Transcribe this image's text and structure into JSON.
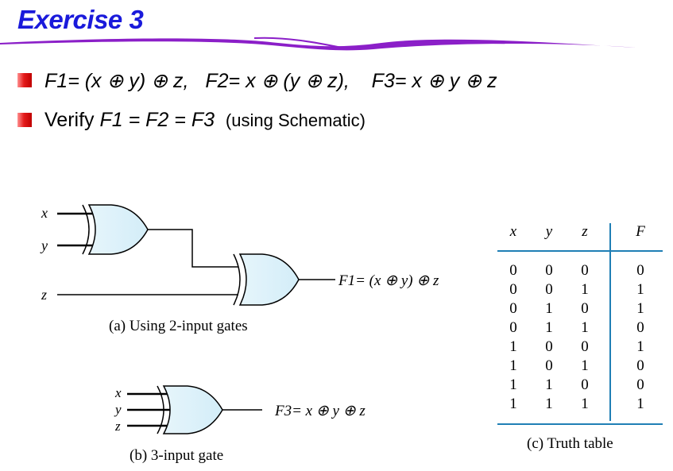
{
  "title": "Exercise 3",
  "bullets": [
    {
      "f1": "F1",
      "f1_eq": "= (x ⊕ y) ⊕ z,",
      "f2": "F2",
      "f2_eq": "= x ⊕ (y ⊕ z),",
      "f3": "F3",
      "f3_eq": "= x ⊕ y ⊕ z"
    },
    {
      "verify": "Verify ",
      "eq": "F1 = F2 = F3",
      "note": "(using Schematic)"
    }
  ],
  "circuit_a": {
    "inputs": [
      "x",
      "y",
      "z"
    ],
    "output": "F1= (x ⊕ y) ⊕ z",
    "caption": "(a) Using 2-input gates"
  },
  "circuit_b": {
    "inputs": [
      "x",
      "y",
      "z"
    ],
    "output": "F3= x ⊕ y ⊕ z",
    "caption": "(b) 3-input gate"
  },
  "truth_table": {
    "headers": [
      "x",
      "y",
      "z",
      "F"
    ],
    "rows": [
      [
        "0",
        "0",
        "0",
        "0"
      ],
      [
        "0",
        "0",
        "1",
        "1"
      ],
      [
        "0",
        "1",
        "0",
        "1"
      ],
      [
        "0",
        "1",
        "1",
        "0"
      ],
      [
        "1",
        "0",
        "0",
        "1"
      ],
      [
        "1",
        "0",
        "1",
        "0"
      ],
      [
        "1",
        "1",
        "0",
        "0"
      ],
      [
        "1",
        "1",
        "1",
        "1"
      ]
    ],
    "caption": "(c) Truth table"
  },
  "colors": {
    "title": "#1a1adb",
    "swoosh": "#8b1fc8",
    "gate_fill": "#dff2fa",
    "bullet": "#e41b1b",
    "table_rule": "#1f7fb5"
  }
}
